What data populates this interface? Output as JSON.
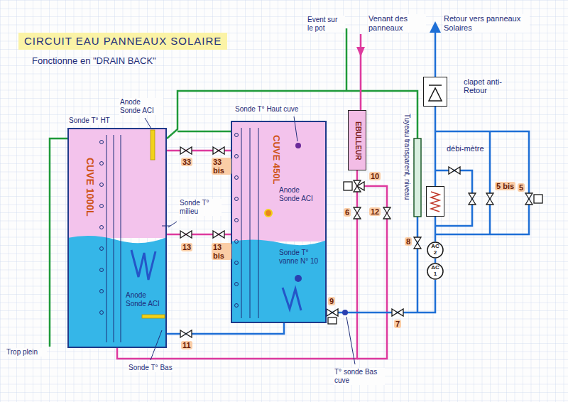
{
  "diagram": {
    "title": "CIRCUIT EAU PANNEAUX SOLAIRE",
    "nodes": [
      {
        "text": [
          "CUVE 1000L"
        ]
      },
      {
        "text": [
          "CUVE 450L"
        ]
      },
      {
        "text": [
          "EBULLEUR"
        ]
      },
      {
        "text": [
          "clapet anti-Retour"
        ]
      },
      {
        "text": [
          "débi-mètre"
        ]
      },
      {
        "text": [
          "AC 2"
        ]
      },
      {
        "text": [
          "AC 1"
        ]
      }
    ],
    "edges": [
      {
        "from": 0,
        "to": 1,
        "arrow": "none"
      },
      {
        "from": 0,
        "to": 1,
        "arrow": "none"
      },
      {
        "from": 0,
        "to": 1,
        "arrow": "none"
      },
      {
        "from": 2,
        "to": 0,
        "arrow": "none"
      },
      {
        "from": 1,
        "to": 6,
        "arrow": "none"
      },
      {
        "from": 6,
        "to": 5,
        "arrow": "none"
      },
      {
        "from": 5,
        "to": 4,
        "arrow": "none"
      },
      {
        "from": 4,
        "to": 3,
        "arrow": "none"
      }
    ],
    "labels": [
      "Fonctionne en \"DRAIN BACK\"",
      "Event sur le pot",
      "Venant des panneaux",
      "Retour vers panneaux Solaires",
      "Tuyeau transparent, niveau",
      "Sonde T° HT",
      "Anode Sonde ACI",
      "Sonde T° Haut cuve",
      "33",
      "33 bis",
      "Sonde T° milieu",
      "Anode Sonde ACI",
      "13",
      "13 bis",
      "Sonde T° vanne N° 10",
      "Anode Sonde ACI",
      "11",
      "Sonde T° Bas",
      "T° sonde Bas cuve",
      "Trop plein",
      "10",
      "12",
      "6",
      "8",
      "9",
      "7",
      "5 bis",
      "5"
    ]
  }
}
